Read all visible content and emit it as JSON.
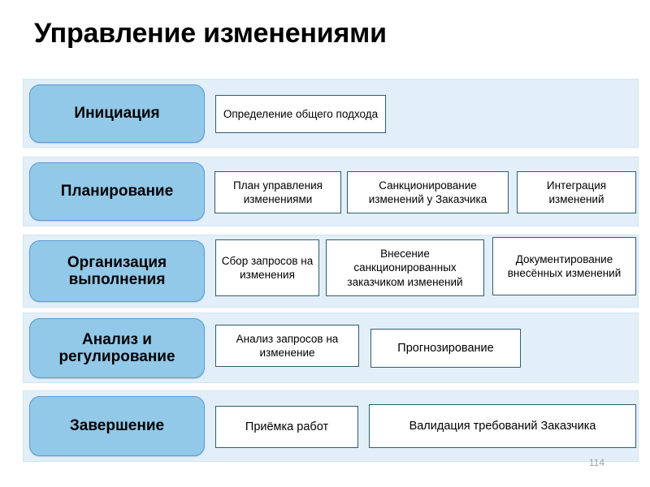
{
  "slide": {
    "title": "Управление изменениями",
    "page_number": "114",
    "colors": {
      "band_fill": "#E3EFF8",
      "phase_fill": "#92C8E8",
      "phase_border": "#5B9BD1",
      "task_border": "#2F5C6E",
      "title_color": "#000000",
      "page_number_color": "#9AA3AB"
    },
    "rows": [
      {
        "phase": "Инициация",
        "tasks": [
          "Определение общего подхода"
        ]
      },
      {
        "phase": "Планирование",
        "tasks": [
          "План управления изменениями",
          "Санкционирование изменений у Заказчика",
          "Интеграция изменений"
        ]
      },
      {
        "phase": "Организация выполнения",
        "tasks": [
          "Сбор запросов на изменения",
          "Внесение санкционированных заказчиком изменений",
          "Документирование внесённых изменений"
        ]
      },
      {
        "phase": "Анализ и регулирование",
        "tasks": [
          "Анализ запросов на изменение",
          "Прогнозирование"
        ]
      },
      {
        "phase": "Завершение",
        "tasks": [
          "Приёмка работ",
          "Валидация требований Заказчика"
        ]
      }
    ]
  }
}
